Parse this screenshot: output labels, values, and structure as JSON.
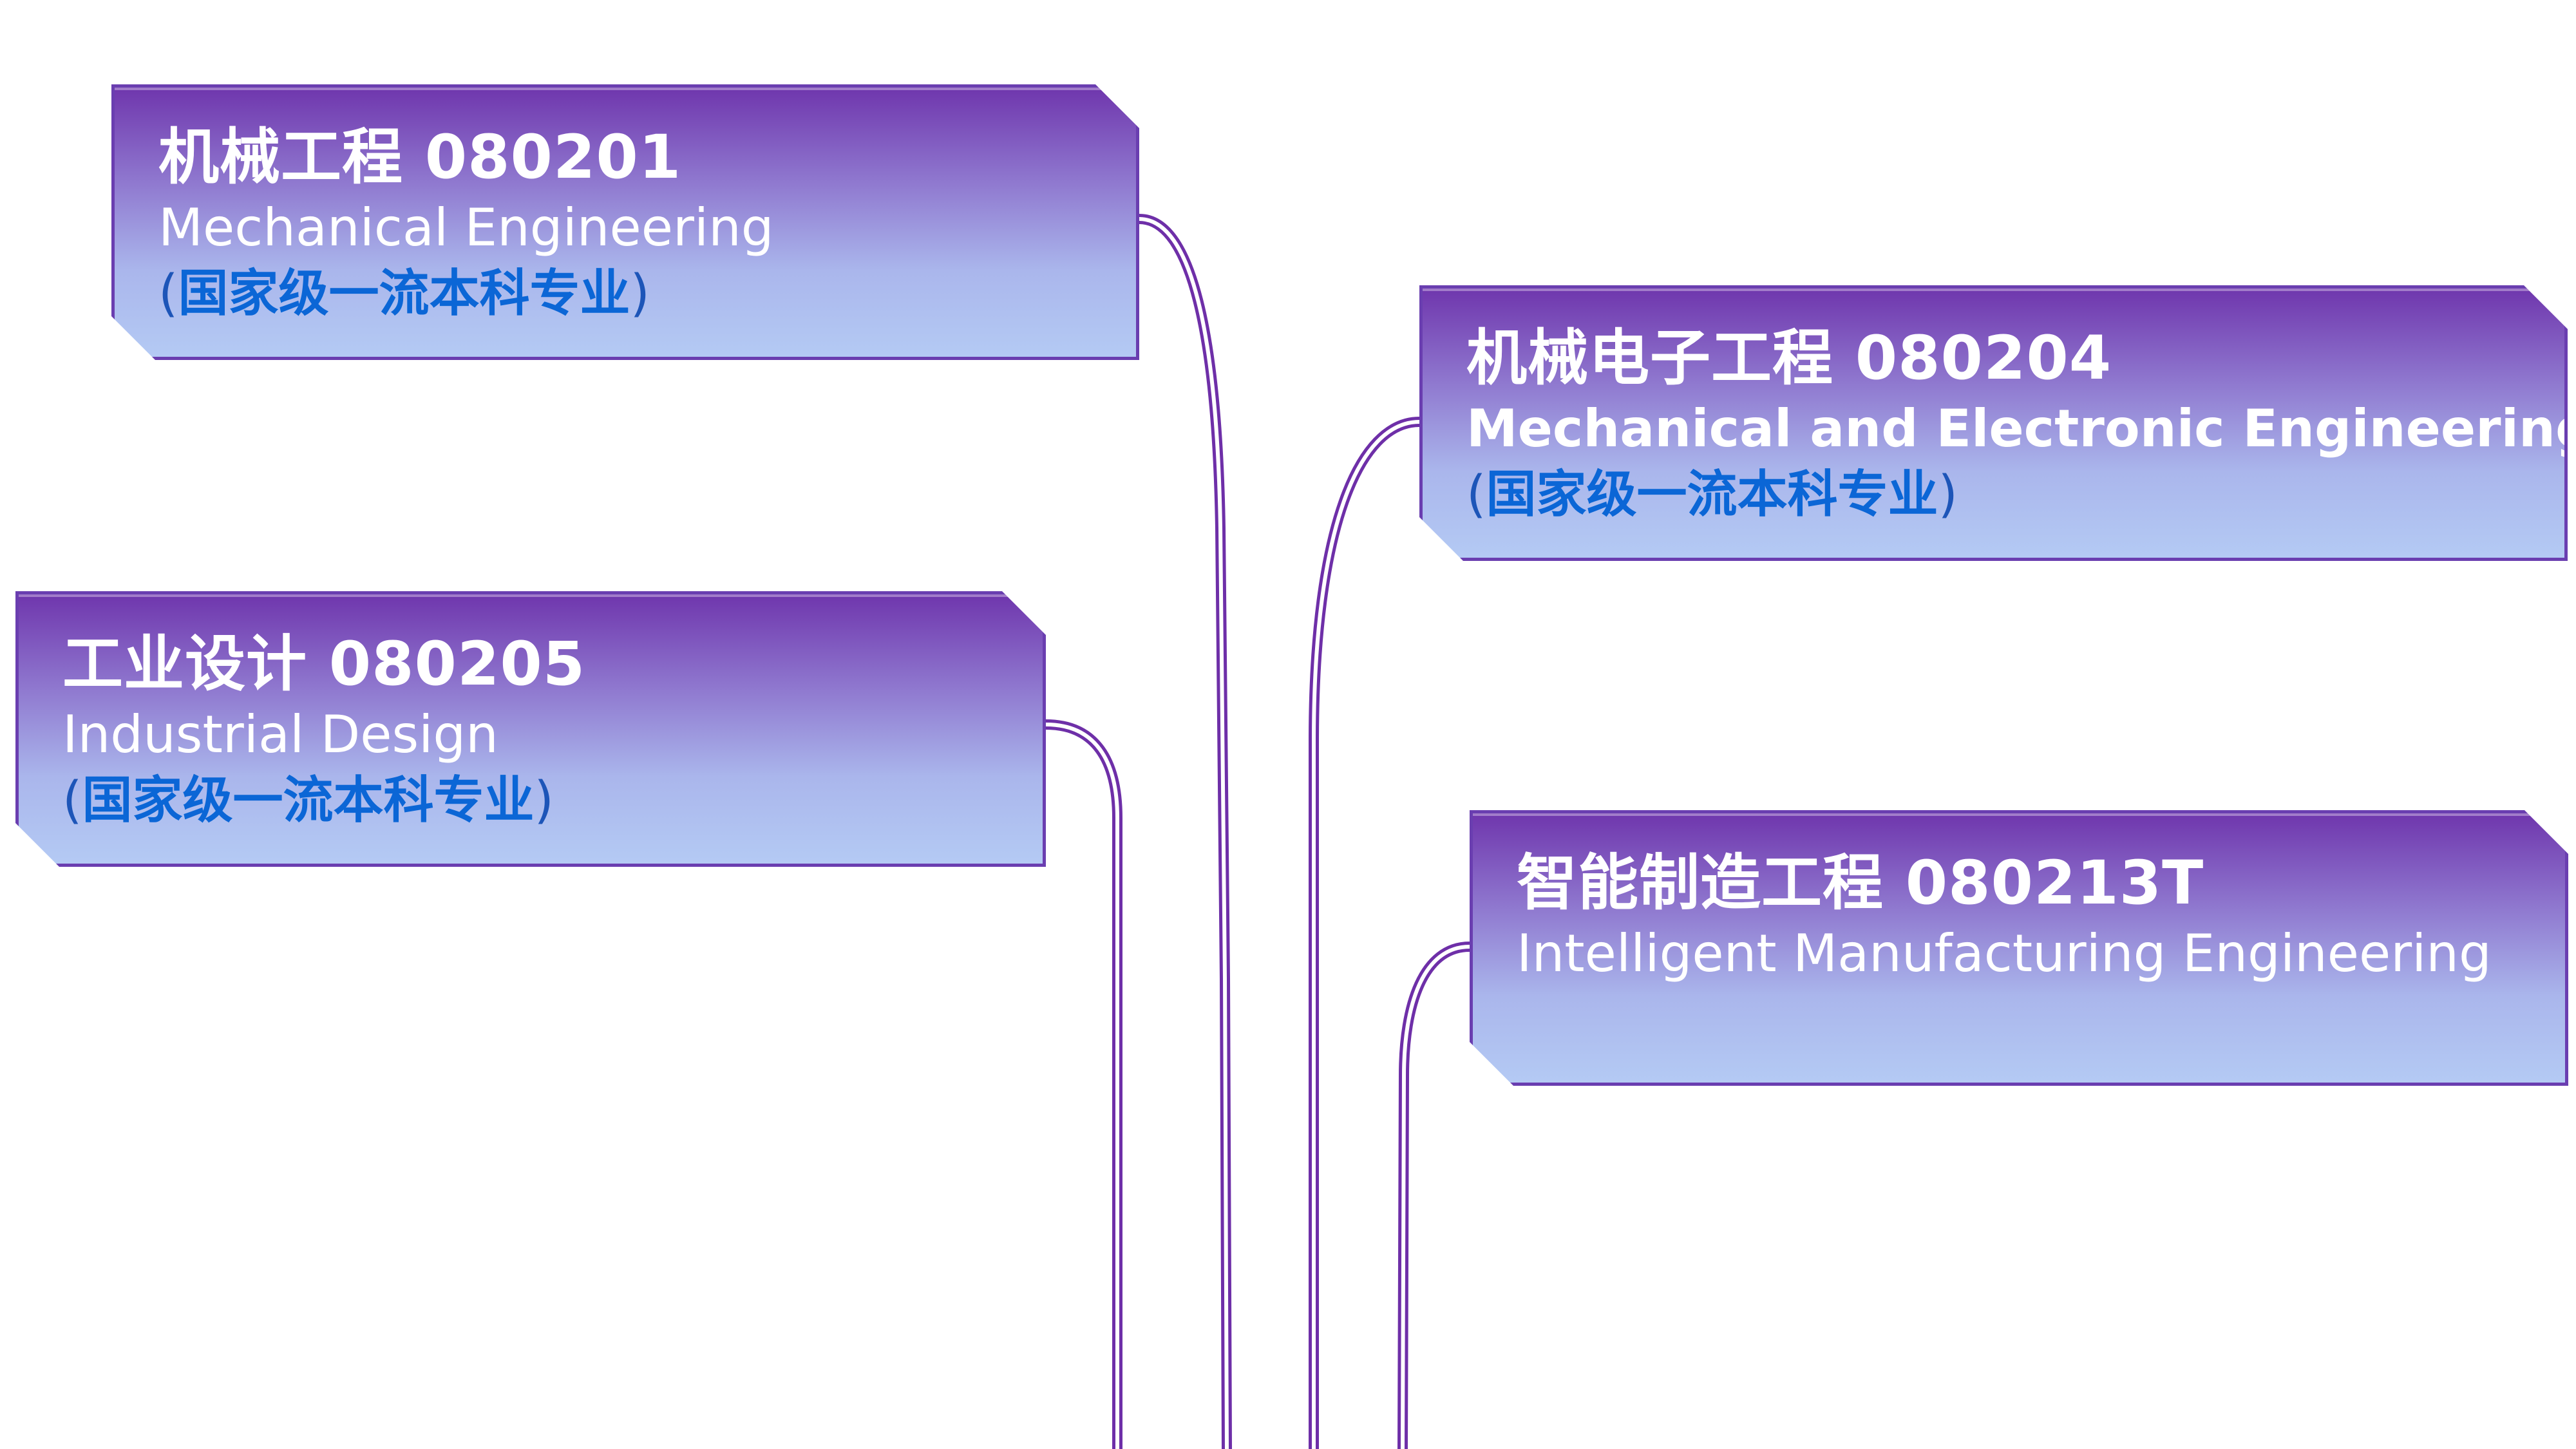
{
  "theme": {
    "connector_color": "#6e2fa8",
    "card_top_color": "#6f36ad",
    "card_bottom_color": "#b4caf4",
    "title_color": "#ffffff",
    "note_color": "#0b66d6"
  },
  "cards": {
    "mechanical": {
      "title": "机械工程  080201",
      "subtitle": "Mechanical Engineering",
      "note_open": "(",
      "note_label": "国家级一流本科专业",
      "note_close": ")"
    },
    "mechatronics": {
      "title": "机械电子工程 080204",
      "subtitle": "Mechanical and Electronic Engineering",
      "note_open": "(",
      "note_label": "国家级一流本科专业",
      "note_close": ")"
    },
    "industrial": {
      "title": "工业设计 080205",
      "subtitle": "Industrial Design",
      "note_open": "(",
      "note_label": "国家级一流本科专业",
      "note_close": ")"
    },
    "intelligent": {
      "title": "智能制造工程 080213T",
      "subtitle": "Intelligent Manufacturing Engineering"
    }
  }
}
